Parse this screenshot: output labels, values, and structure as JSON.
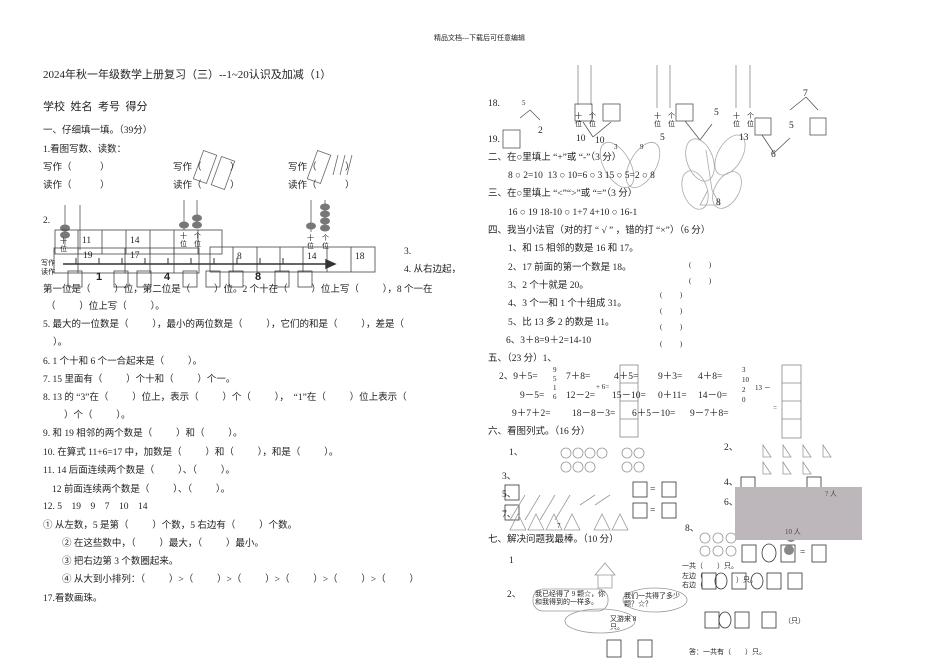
{
  "header": "精品文档---下载后可任意编辑",
  "title": "2024年秋一年级数学上册复习（三）--1~20认识及加减（1）",
  "info_line": "学校  姓名  考号  得分",
  "left": {
    "sec1": "一、仔细填一填。（39分）",
    "q1": "1.看图写数、读数：",
    "write": "写作（            ）",
    "read": "读作（            ）",
    "q2": "2.",
    "q3": "3.",
    "q4a": "4. 从右边起，",
    "q4b": "第一位是（          ）位，第二位是（          ）位。2 个十在（          ）位上写（          ），8 个一在",
    "q4c": "（          ）位上写（          ）。",
    "q5a": "5. 最大的一位数是（          ），最小的两位数是（          ），它们的和是（          ），差是（",
    "q5b": "）。",
    "q6": "6. 1 个十和 6 个一合起来是（          ）。",
    "q7": "7. 15 里面有（          ）个十和（          ）个一。",
    "q8a": "8. 13 的 “3”在（          ）位上，表示（          ）个（          ），  “1”在（          ）位上表示（",
    "q8b": "）个（          ）。",
    "q9": "9. 和 19 相邻的两个数是（          ）和（          ）。",
    "q10": "10. 在算式 11+6=17 中，加数是（          ）和（          ），和是（          ）。",
    "q11a": "11. 14 后面连续两个数是（          ）、（          ）。",
    "q11b": "12 前面连续两个数是（          ）、（          ）。",
    "q12": "12. 5    19    9    7    10    14",
    "q12_1": "① 从左数，5 是第（          ）个数，5 右边有（          ）个数。",
    "q12_2": "② 在这些数中，（          ）最大，（          ）最小。",
    "q12_3": "③ 把右边第 3 个数圈起来。",
    "q12_4": "④ 从大到小排列：（          ）>（          ）>（          ）>（          ）>（          ）>（          ）",
    "q17": "17.看数画珠。",
    "place_ten": "十位",
    "place_one": "个位",
    "cells": [
      "11",
      "14",
      "19",
      "17",
      "8",
      "14",
      "18"
    ],
    "marks": [
      "1",
      "4",
      "8"
    ],
    "line_write": "写作",
    "line_read": "读作"
  },
  "right": {
    "q18": "18.",
    "q19": "19.",
    "tree_nums": [
      "5",
      "2",
      "10",
      "10",
      "5",
      "5",
      "13",
      "7",
      "5",
      "6",
      "8",
      "9",
      "3"
    ],
    "place_ten": "十位",
    "place_one": "个位",
    "sec2": "二、在○里填上 “+”或 “-”（3 分）",
    "sec2_line": "8 ○ 2=10  13 ○ 10=6 ○ 3 15 ○ 5=2 ○ 8",
    "sec3": "三、在○里填上 “<”“>”或 “=”（3 分）",
    "sec3_line": "16 ○ 19 18-10 ○ 1+7 4+10 ○ 16-1",
    "sec4": "四、我当小法官（对的打 “ √ ” ，错的打 “×”）（6 分）",
    "judge": [
      "1、和 15 相邻的数是 16 和 17。",
      "2、17 前面的第一个数是 18。",
      "3、2 个十就是 20。",
      "4、3 个一和 1 个十组成 31。",
      "5、比 13 多 2 的数是 11。",
      "6、3＋8=9＋2=14-10"
    ],
    "paren": "(          )",
    "sec5": "五、（23 分）1、",
    "calc_row1": [
      "2、9＋5=",
      "7＋8=",
      "4＋5=",
      "9＋3=",
      "4＋8="
    ],
    "calc_row2": [
      "9－5=",
      "12－2=",
      "15－10=",
      "0＋11=",
      "14－0="
    ],
    "calc_row3": [
      "9＋7＋2=",
      "18－8－3=",
      "6＋5－10=",
      "9－7＋8="
    ],
    "fan_left": [
      "9",
      "5",
      "1",
      "6",
      "+ 6="
    ],
    "fan_right": [
      "3",
      "10",
      "2",
      "0",
      "13 －",
      "="
    ],
    "sec6": "六、看图列式。（16 分）",
    "p_labels": [
      "1、",
      "3、",
      "5、",
      "7、",
      "2、",
      "4、",
      "6、",
      "8、"
    ],
    "seven_label": "7",
    "eq": "=",
    "sec7": "七、解决问题我最棒。（10 分）",
    "p1": "1",
    "p2": "2、",
    "total_birds": "一共（        ）只。",
    "left_side": "左边（",
    "right_side": "右边（",
    "zhi": "）只。",
    "bubble1": "我已经得了 9 颗☆，你和我得到的一样多。",
    "bubble2": "我们一共得了多少颗？☆？",
    "bubble3": "又游来 8 只。",
    "unit_zhi": "（只）",
    "answer": "答：一共有（        ）只。",
    "photo_top": "? 人",
    "photo_bottom": "10 人"
  }
}
